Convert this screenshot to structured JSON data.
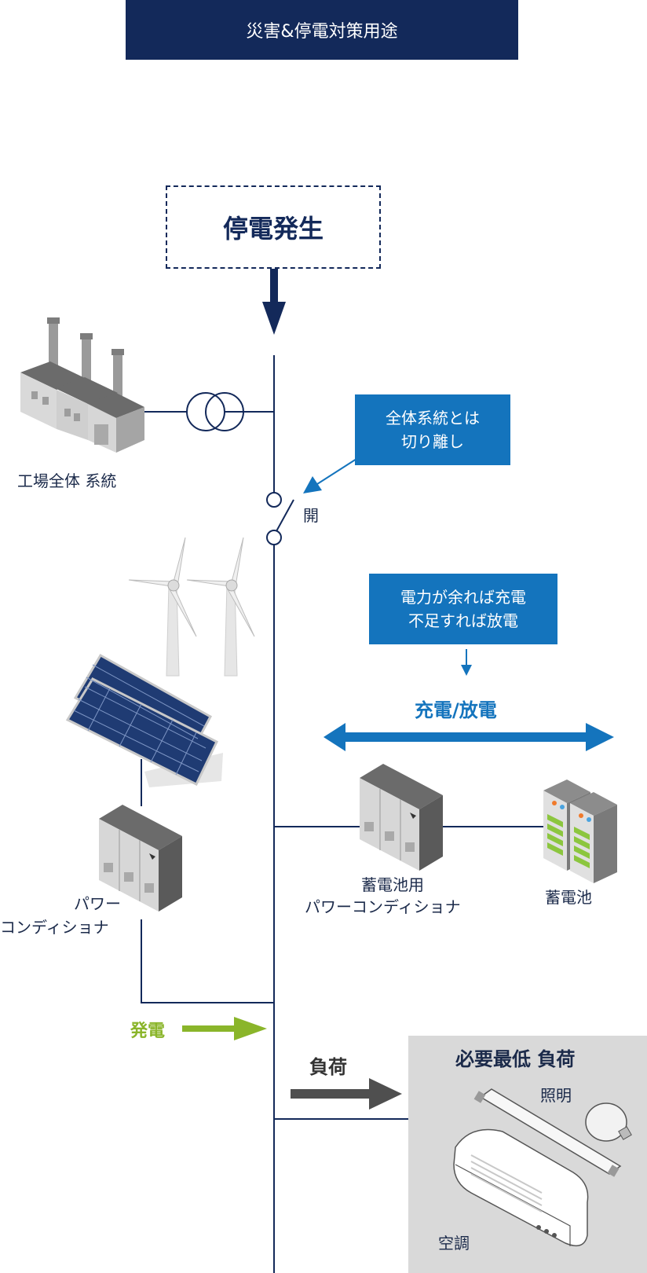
{
  "header": {
    "title": "災害&停電対策用途"
  },
  "outage": {
    "label": "停電発生"
  },
  "factory": {
    "label": "工場全体 系統"
  },
  "switch": {
    "label": "開"
  },
  "callout_disconnect": {
    "line1": "全体系統とは",
    "line2": "切り離し"
  },
  "callout_charge": {
    "line1": "電力が余れば充電",
    "line2": "不足すれば放電"
  },
  "charge_discharge": {
    "label": "充電/放電"
  },
  "pcs": {
    "line1": "パワー",
    "line2": "コンディショナ"
  },
  "battery_pcs": {
    "line1": "蓄電池用",
    "line2": "パワーコンディショナ"
  },
  "battery": {
    "label": "蓄電池"
  },
  "generation": {
    "label": "発電"
  },
  "load": {
    "label": "負荷"
  },
  "min_load": {
    "title": "必要最低 負荷",
    "lighting": "照明",
    "aircon": "空調"
  },
  "colors": {
    "navy": "#13295a",
    "accent_blue": "#1474bd",
    "green": "#8ab52a",
    "load_gray": "#d9d9d9"
  }
}
